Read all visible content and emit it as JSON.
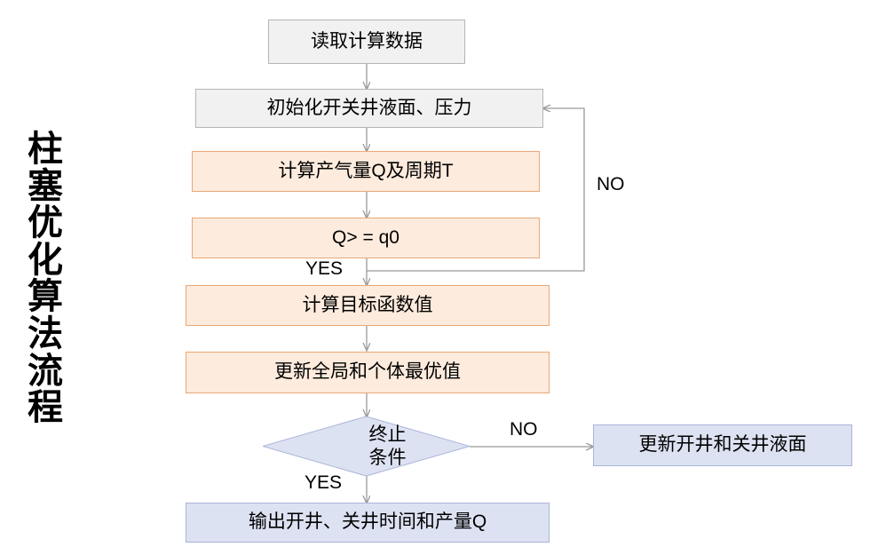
{
  "figure": {
    "title_vertical": "柱塞优化算法流程",
    "type": "flowchart",
    "background": "#ffffff"
  },
  "palette": {
    "gray_fill": "#f1f1f1",
    "gray_border": "#b5b5b5",
    "orange_fill": "#fdebdd",
    "orange_border": "#e9a877",
    "blue_fill": "#dde2f2",
    "blue_border": "#aab4d9",
    "line": "#999999",
    "text": "#000000"
  },
  "nodes": [
    {
      "id": "read-data",
      "label": "读取计算数据",
      "shape": "rect",
      "style": "gray"
    },
    {
      "id": "init",
      "label": "初始化开关井液面、压力",
      "shape": "rect",
      "style": "gray"
    },
    {
      "id": "calc-q-t",
      "label": "计算产气量Q及周期T",
      "shape": "rect",
      "style": "orange"
    },
    {
      "id": "compare-q",
      "label": "Q> = q0",
      "shape": "rect",
      "style": "orange"
    },
    {
      "id": "calc-objective",
      "label": "计算目标函数值",
      "shape": "rect",
      "style": "orange"
    },
    {
      "id": "update-best",
      "label": "更新全局和个体最优值",
      "shape": "rect",
      "style": "orange"
    },
    {
      "id": "stop-condition",
      "label": "终止\n条件",
      "shape": "diamond",
      "style": "blue"
    },
    {
      "id": "update-levels",
      "label": "更新开井和关井液面",
      "shape": "rect",
      "style": "blue"
    },
    {
      "id": "output",
      "label": "输出开井、关井时间和产量Q",
      "shape": "rect",
      "style": "blue"
    }
  ],
  "edge_labels": {
    "compare_yes": "YES",
    "compare_no": "NO",
    "stop_yes": "YES",
    "stop_no": "NO"
  }
}
